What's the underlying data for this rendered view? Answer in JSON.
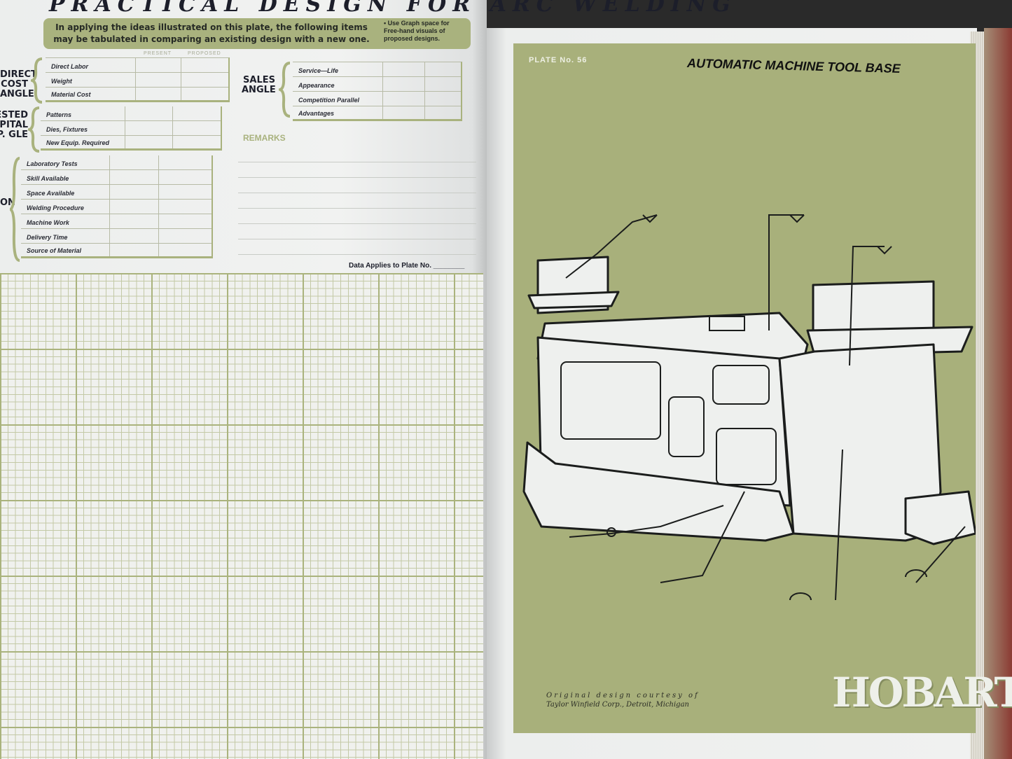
{
  "left_page": {
    "title": "PRACTICAL DESIGN FOR ARC WELDING",
    "intro_line1": "In applying the ideas illustrated on this plate, the following items",
    "intro_line2": "may be tabulated in comparing an existing design with a new one.",
    "note": "• Use Graph space for Free-hand visuals of proposed designs.",
    "col_present": "PRESENT",
    "col_proposed": "PROPOSED",
    "groups": [
      {
        "label": "DIRECT COST ANGLE",
        "items": [
          "Direct Labor",
          "Weight",
          "Material Cost"
        ]
      },
      {
        "label": "VESTED PITAL UIP. GLE",
        "items": [
          "Patterns",
          "Dies, Fixtures",
          "New Equip. Required"
        ]
      },
      {
        "label": "ON",
        "items": [
          "Laboratory Tests",
          "Skill Available",
          "Space Available",
          "Welding Procedure",
          "Machine Work",
          "Delivery Time",
          "Source of Material"
        ]
      }
    ],
    "sales": {
      "label": "SALES ANGLE",
      "items": [
        "Service—Life",
        "Appearance",
        "Competition Parallel",
        "Advantages"
      ]
    },
    "remarks": "REMARKS",
    "plate_ref": "Data Applies to Plate No. ________"
  },
  "right_page": {
    "plate_number": "PLATE No. 56",
    "title": "AUTOMATIC MACHINE TOOL BASE",
    "credit_line1": "Original design courtesy of",
    "credit_line2": "Taylor Winfield Corp., Detroit, Michigan",
    "logo": "HOBART"
  },
  "colors": {
    "plate_green": "#a8b07b",
    "ink": "#1c1e2a"
  }
}
